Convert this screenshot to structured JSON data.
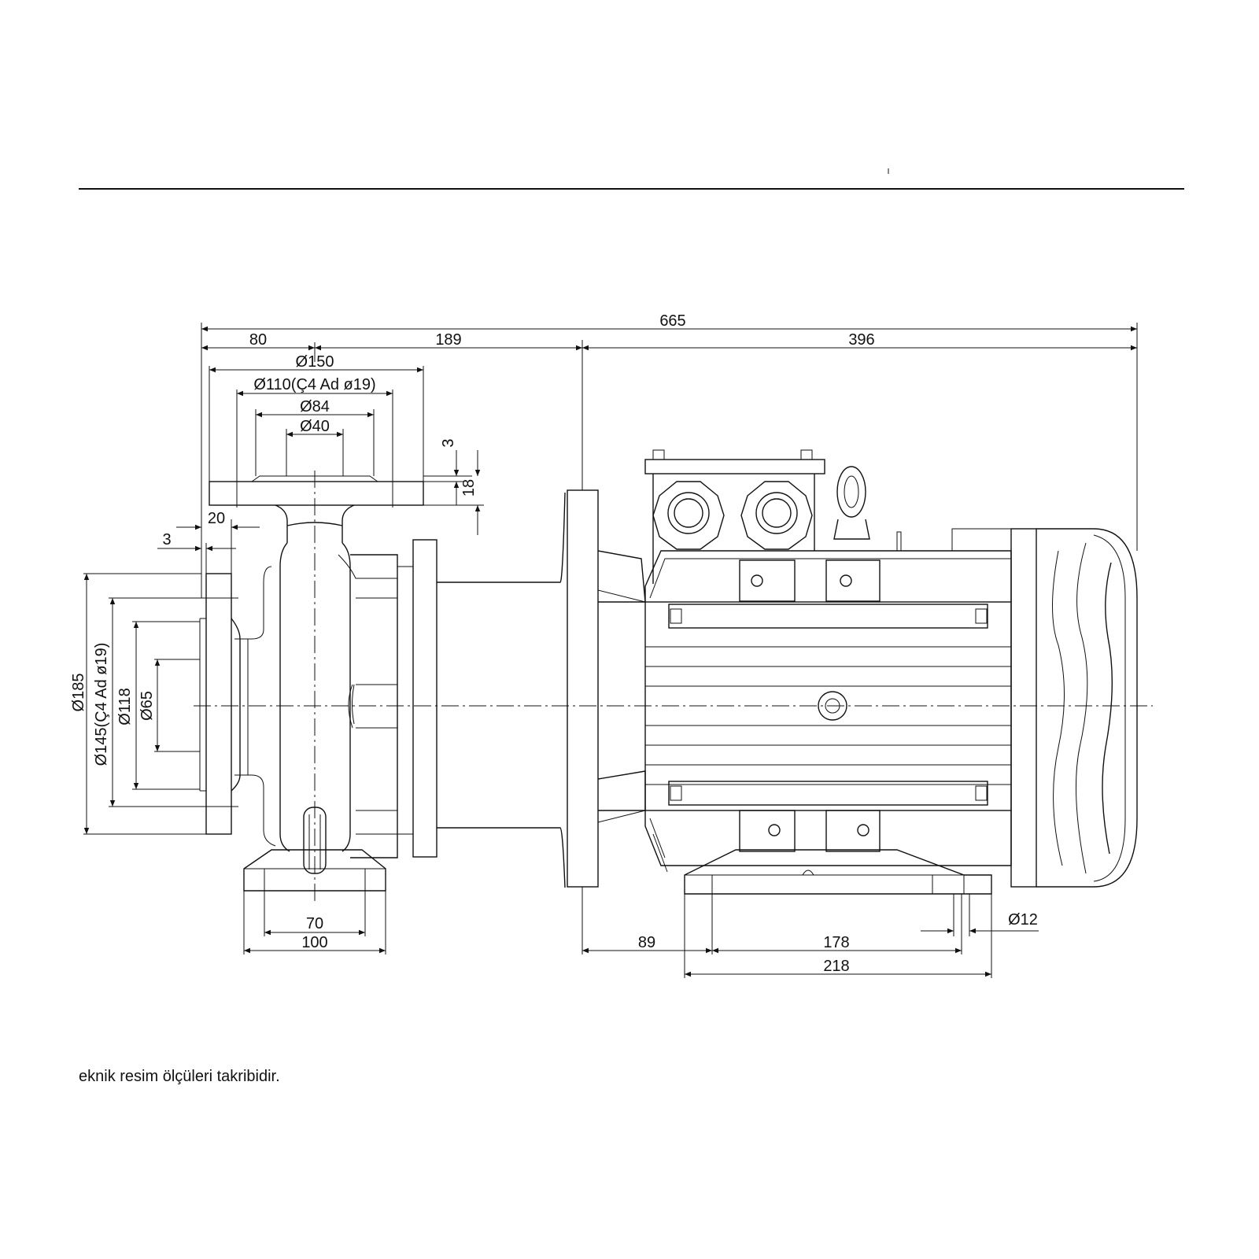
{
  "dimensions": {
    "overall_length": "665",
    "flange_offset": "80",
    "adapter_length": "189",
    "motor_length": "396",
    "discharge_flange_od": "Ø150",
    "discharge_bolt_circle": "Ø110(Ç4 Ad ø19)",
    "discharge_raised_face": "Ø84",
    "discharge_bore": "Ø40",
    "flange_step": "3",
    "flange_thickness": "18",
    "suction_flange_thickness": "20",
    "suction_step": "3",
    "suction_flange_od": "Ø185",
    "suction_bolt_circle": "Ø145(Ç4 Ad ø19)",
    "suction_raised_face": "Ø118",
    "suction_bore": "Ø65",
    "foot_bolt_spacing": "70",
    "foot_width": "100",
    "motor_foot_hole": "Ø12",
    "motor_foot_offset": "89",
    "motor_foot_bolt_spacing": "178",
    "motor_foot_width": "218"
  },
  "note": "eknik resim ölçüleri takribidir."
}
